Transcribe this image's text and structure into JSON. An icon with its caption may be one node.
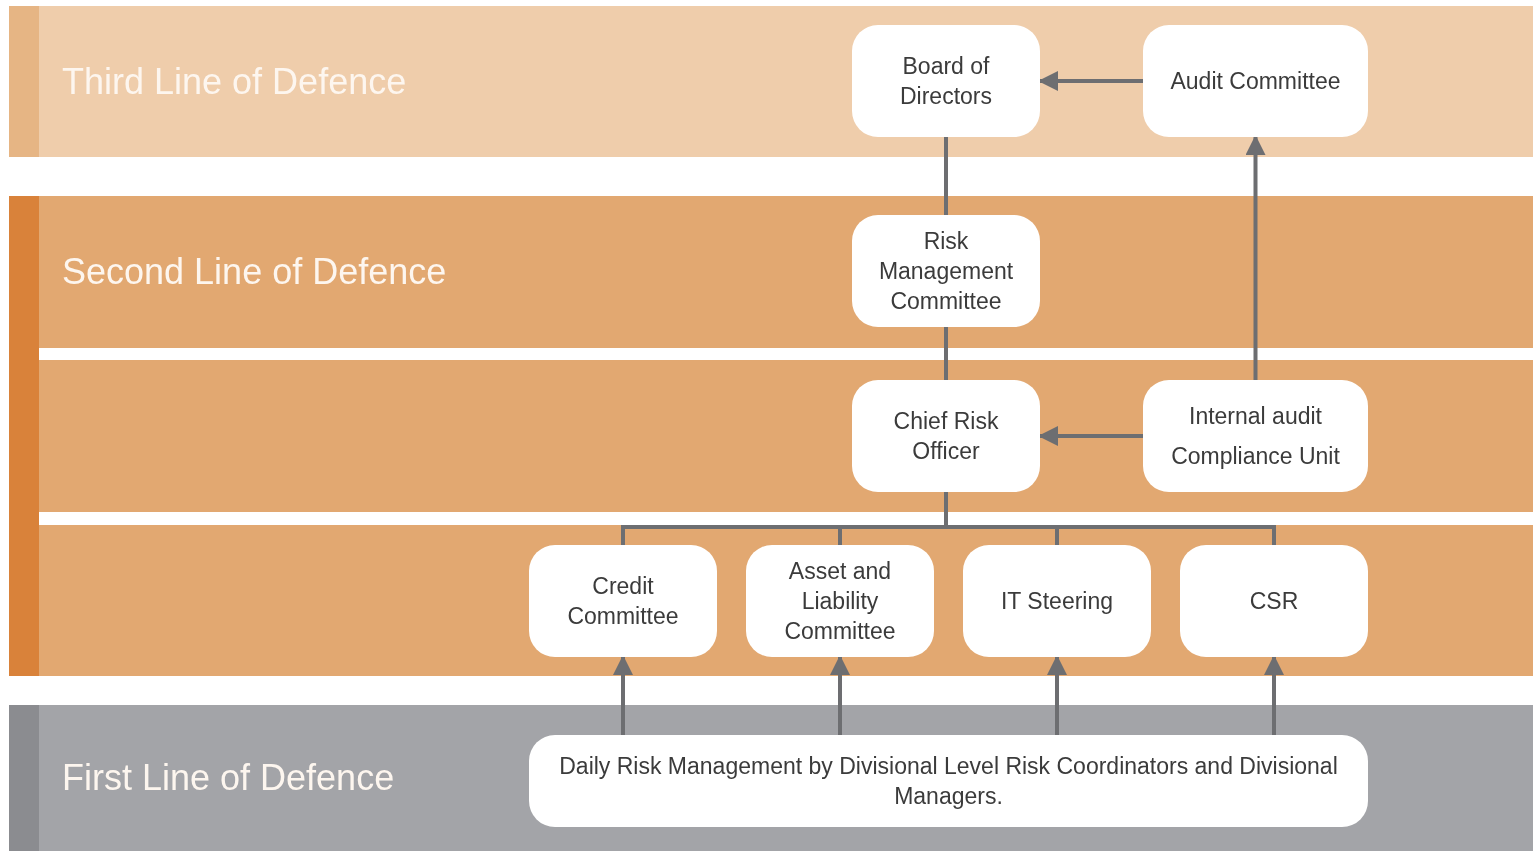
{
  "diagram": {
    "nodes": [
      {
        "text": [
          "Third Line of Defence"
        ]
      },
      {
        "text": [
          "Board of Directors"
        ],
        "in": 0
      },
      {
        "text": [
          "Audit Committee"
        ],
        "in": 0
      },
      {
        "text": [
          "Second Line of Defence"
        ]
      },
      {
        "text": [
          "Risk Management Committee"
        ],
        "in": 3
      },
      {
        "text": [],
        "shape": "box"
      },
      {
        "text": [
          "Chief Risk Officer"
        ],
        "in": 5
      },
      {
        "text": [
          "Internal audit",
          "Compliance Unit"
        ],
        "in": 5
      },
      {
        "text": [],
        "shape": "box"
      },
      {
        "text": [
          "Credit Committee"
        ],
        "in": 8
      },
      {
        "text": [
          "Asset and Liability Committee"
        ],
        "in": 8
      },
      {
        "text": [
          "IT Steering"
        ],
        "in": 8
      },
      {
        "text": [
          "CSR"
        ],
        "in": 8
      },
      {
        "text": [
          "First Line of Defence"
        ]
      },
      {
        "text": [
          "Daily Risk Management by Divisional Level Risk Coordinators and Divisional Managers."
        ],
        "in": 13
      }
    ],
    "edges": [
      {
        "from": 2,
        "to": 1,
        "arrow": "to"
      },
      {
        "from": 1,
        "to": 4,
        "arrow": "none"
      },
      {
        "from": 4,
        "to": 6,
        "arrow": "none"
      },
      {
        "from": 7,
        "to": 2,
        "arrow": "to"
      },
      {
        "from": 7,
        "to": 6,
        "arrow": "to"
      },
      {
        "from": 6,
        "to": 9,
        "arrow": "none"
      },
      {
        "from": 6,
        "to": 10,
        "arrow": "none"
      },
      {
        "from": 6,
        "to": 11,
        "arrow": "none"
      },
      {
        "from": 6,
        "to": 12,
        "arrow": "none"
      },
      {
        "from": 14,
        "to": 9,
        "arrow": "to"
      },
      {
        "from": 14,
        "to": 10,
        "arrow": "to"
      },
      {
        "from": 14,
        "to": 11,
        "arrow": "to"
      },
      {
        "from": 14,
        "to": 12,
        "arrow": "to"
      }
    ]
  }
}
